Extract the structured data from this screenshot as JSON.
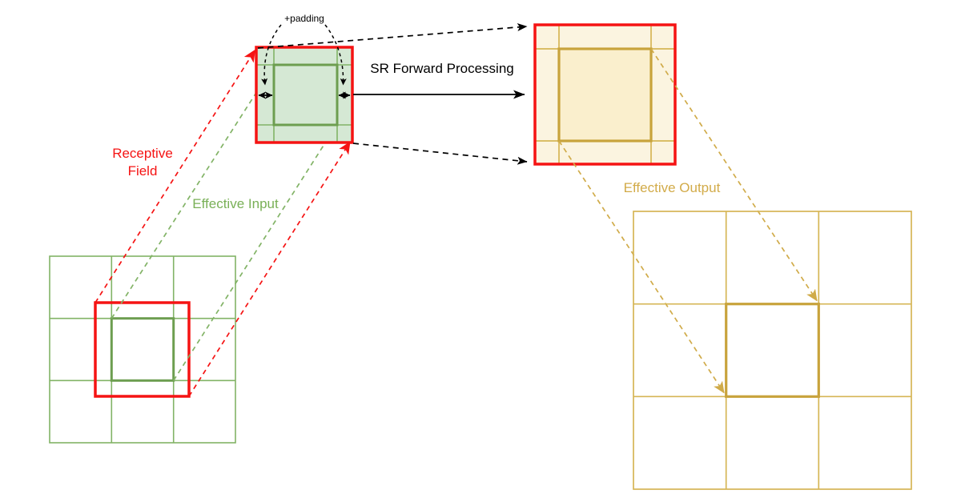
{
  "labels": {
    "receptive_field_line1": "Receptive",
    "receptive_field_line2": "Field",
    "effective_input": "Effective Input",
    "effective_output": "Effective Output",
    "sr_forward_processing": "SR Forward Processing",
    "padding": "+padding"
  },
  "structure": {
    "input_image": {
      "grid_rows": 3,
      "grid_cols": 3,
      "highlighted": "center cell"
    },
    "output_image": {
      "grid_rows": 3,
      "grid_cols": 3,
      "highlighted": "center cell"
    }
  },
  "colors": {
    "red": "#f51313",
    "green_fill": "#d5e8d4",
    "green_stroke": "#82b366",
    "green_dark": "#6d9e50",
    "yellow_grid_fill": "#fcefc5",
    "yellow_patch_fill": "#fbf4e0",
    "yellow_patch_inner_fill": "#faefcd",
    "yellow_stroke": "#d6b656",
    "yellow_dark": "#c8a33c",
    "yellow_dashed": "#d0ab49",
    "text_green": "#79b057",
    "text_yellow": "#d2ab49",
    "black": "#000000"
  }
}
